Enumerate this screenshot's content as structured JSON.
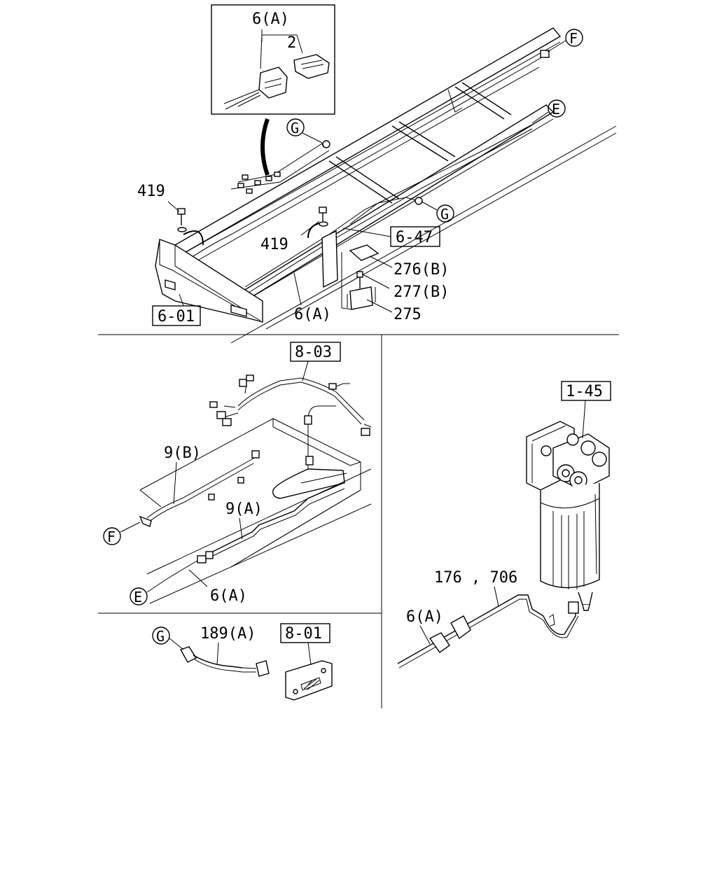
{
  "top": {
    "inset_label": "6(A)",
    "inset_sub": "2",
    "callout_f": "F",
    "callout_e": "E",
    "callout_g1": "G",
    "callout_g2": "G",
    "bolt_left": "419",
    "bolt_mid": "419",
    "ref_box_1": "6-47",
    "part_276": "276(B)",
    "part_277": "277(B)",
    "part_275": "275",
    "harness": "6(A)",
    "ref_box_2": "6-01"
  },
  "mid_left": {
    "ref_box": "8-03",
    "part_9b": "9(B)",
    "part_9a": "9(A)",
    "callout_f": "F",
    "callout_e": "E",
    "harness": "6(A)"
  },
  "bottom_left": {
    "callout_g": "G",
    "part": "189(A)",
    "ref_box": "8-01"
  },
  "right": {
    "ref_box": "1-45",
    "part_pair": "176 , 706",
    "harness": "6(A)"
  }
}
